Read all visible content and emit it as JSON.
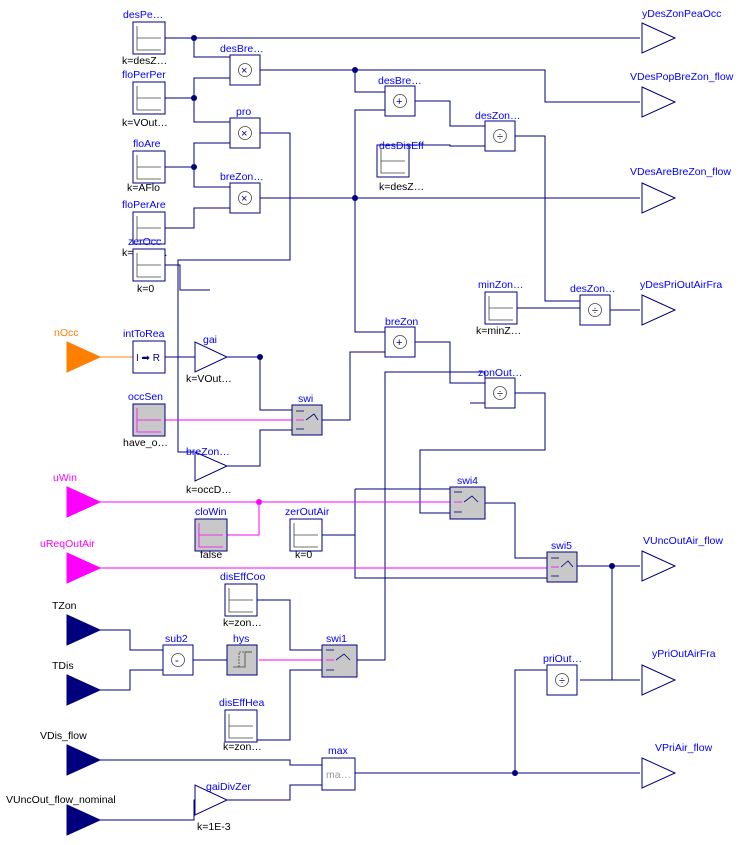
{
  "outputs": {
    "yDesZonPeaOcc": "yDesZonPeaOcc",
    "VDesPopBreZon_flow": "VDesPopBreZon_flow",
    "VDesAreBreZon_flow": "VDesAreBreZon_flow",
    "yDesPriOutAirFra": "yDesPriOutAirFra",
    "VUncOutAir_flow": "VUncOutAir_flow",
    "yPriOutAirFra": "yPriOutAirFra",
    "VPriAir_flow": "VPriAir_flow"
  },
  "inputs": {
    "nOcc": "nOcc",
    "uWin": "uWin",
    "uReqOutAir": "uReqOutAir",
    "TZon": "TZon",
    "TDis": "TDis",
    "VDis_flow": "VDis_flow",
    "VUncOut_flow_nominal": "VUncOut_flow_nominal"
  },
  "blocks": {
    "desPe": {
      "name": "desPe…",
      "param": "k=desZ…"
    },
    "floPerPer": {
      "name": "floPerPer",
      "param": "k=VOut…"
    },
    "floAre": {
      "name": "floAre",
      "param": "k=AFlo"
    },
    "floPerAre": {
      "name": "floPerAre",
      "param": "k=VOut…"
    },
    "zerOcc": {
      "name": "zerOcc",
      "param": "k=0"
    },
    "intToRea": {
      "name": "intToRea",
      "glyph": "I ➡ R"
    },
    "gai": {
      "name": "gai",
      "param": "k=VOut…"
    },
    "occSen": {
      "name": "occSen",
      "param": "have_o…"
    },
    "breZonGai": {
      "name": "breZon…",
      "param": "k=occD…"
    },
    "cloWin": {
      "name": "cloWin",
      "param": "false"
    },
    "zerOutAir": {
      "name": "zerOutAir",
      "param": "k=0"
    },
    "desBre1": {
      "name": "desBre…"
    },
    "pro": {
      "name": "pro"
    },
    "breZonPro": {
      "name": "breZon…"
    },
    "desBre2": {
      "name": "desBre…"
    },
    "desDisEff": {
      "name": "desDisEff",
      "param": "k=desZ…"
    },
    "desZon1": {
      "name": "desZon…"
    },
    "breZon": {
      "name": "breZon"
    },
    "swi": {
      "name": "swi"
    },
    "minZon": {
      "name": "minZon…",
      "param": "k=minZ…"
    },
    "desZon2": {
      "name": "desZon…"
    },
    "zonOut": {
      "name": "zonOut…"
    },
    "swi4": {
      "name": "swi4"
    },
    "swi5": {
      "name": "swi5"
    },
    "disEffCoo": {
      "name": "disEffCoo",
      "param": "k=zon…"
    },
    "sub2": {
      "name": "sub2"
    },
    "hys": {
      "name": "hys"
    },
    "swi1": {
      "name": "swi1"
    },
    "disEffHea": {
      "name": "disEffHea",
      "param": "k=zon…"
    },
    "priOut": {
      "name": "priOut…"
    },
    "max": {
      "name": "max",
      "glyph": "ma…"
    },
    "gaiDivZer": {
      "name": "gaiDivZer",
      "param": "k=1E-3"
    }
  },
  "colors": {
    "wire": "#00007f",
    "label": "#0000ff",
    "boolean": "#ff00ff",
    "integer": "#ff8000",
    "input_fill": "#00007f",
    "switch_fill": "#c8c8c8"
  }
}
